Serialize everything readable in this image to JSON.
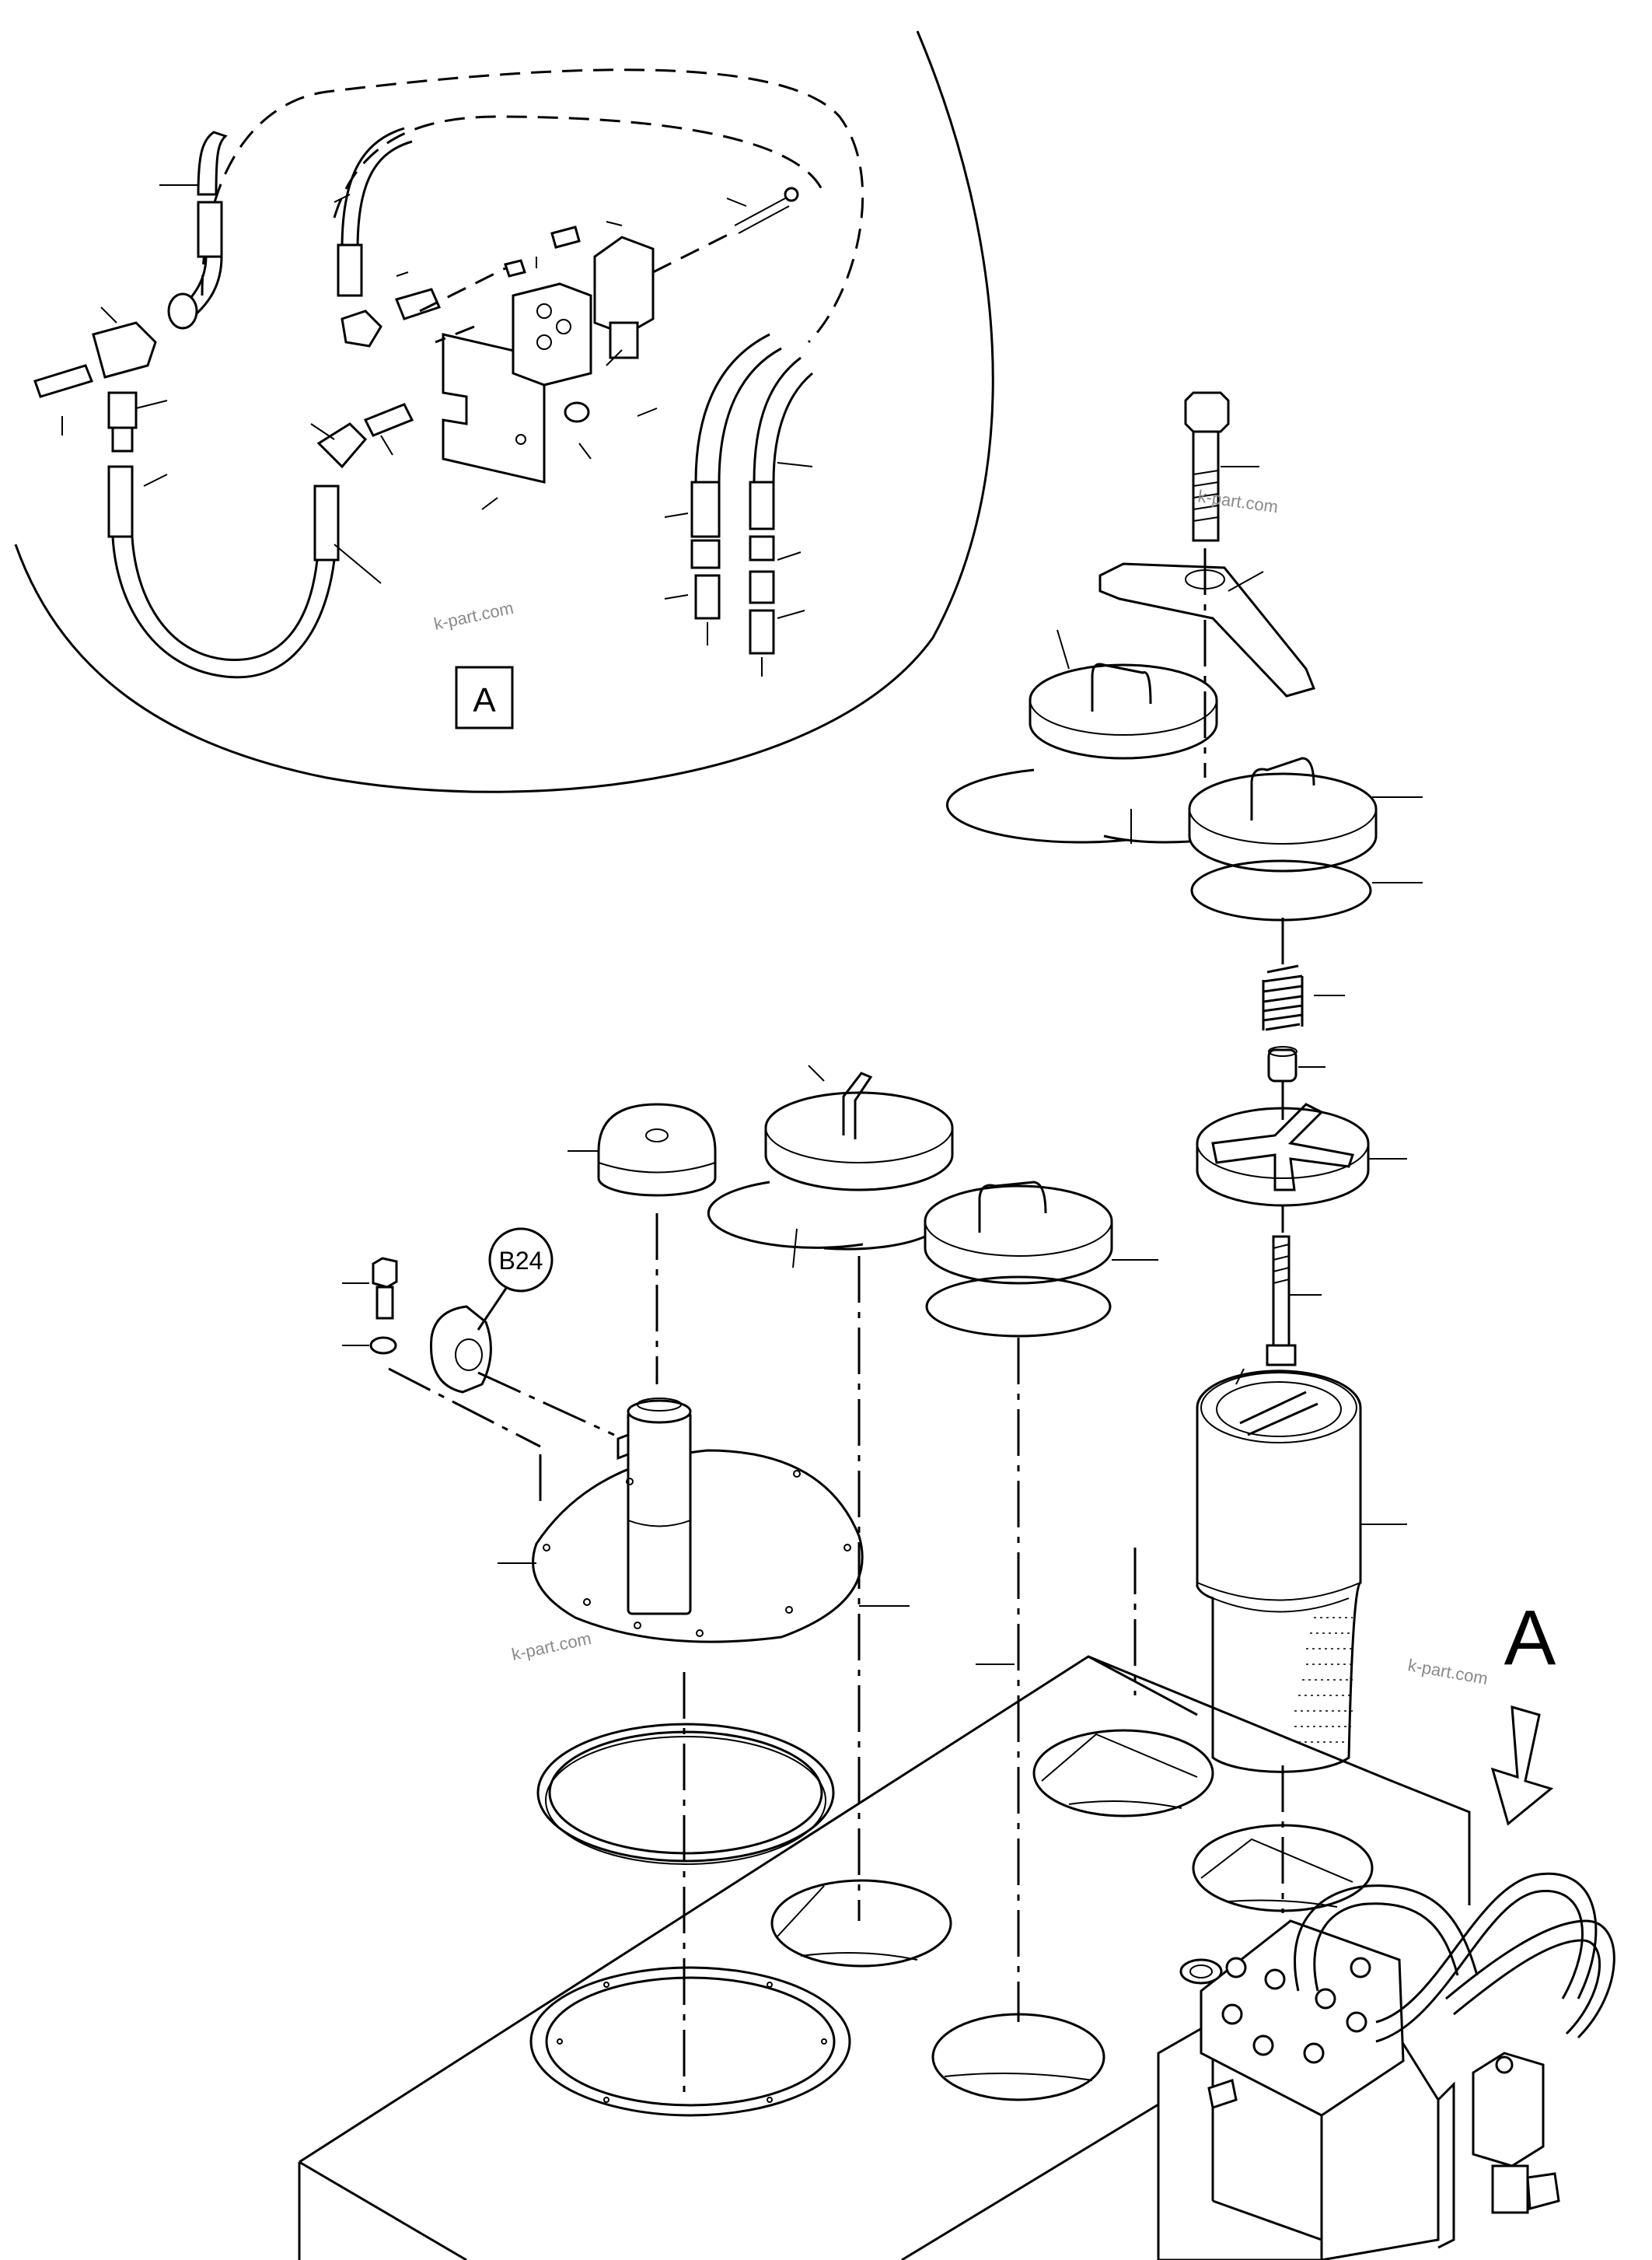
{
  "detail_view": {
    "label": "A"
  },
  "callout": {
    "label": "B24"
  },
  "view_marker": {
    "label": "A"
  },
  "watermarks": [
    "k-part.com",
    "k-part.com",
    "k-part.com",
    "k-part.com"
  ]
}
